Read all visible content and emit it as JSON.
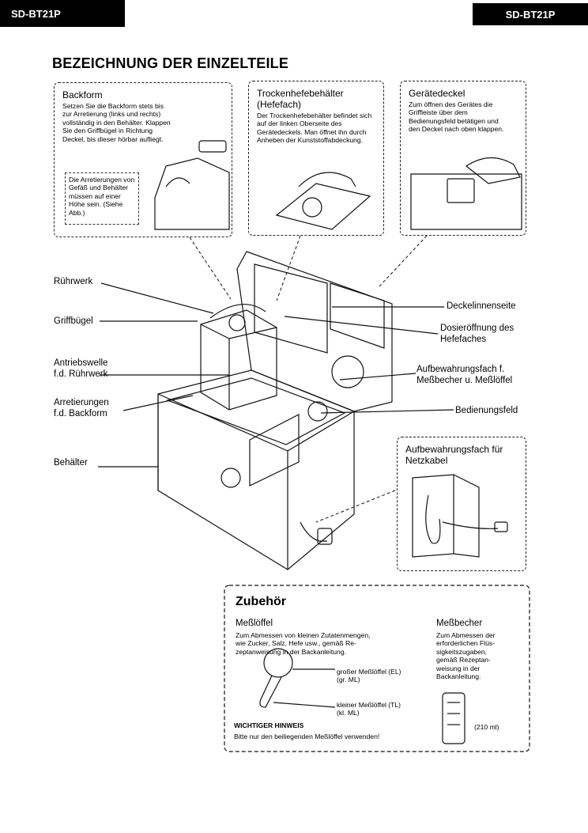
{
  "header": {
    "model_left": "SD-BT21P",
    "model_right": "SD-BT21P"
  },
  "page_title": "BEZEICHNUNG DER EINZELTEILE",
  "callouts": {
    "backform": {
      "title": "Backform",
      "text": "Setzen Sie die Backform stets bis zur Arretierung (links und rechts) vollständig in den Behälter. Klappen Sie den Griffbügel in Richtung Deckel, bis dieser hörbar aufliegt.",
      "note": "Die Arretierungen von Gefäß und Behälter müssen auf einer Höhe sein. (Siehe Abb.)"
    },
    "hefe": {
      "title": "Trockenhefebehälter\n(Hefefach)",
      "text": "Der Trockenhefebehälter befindet sich auf der linken Oberseite des Gerätedeckels. Man öffnet ihn durch Anheben der Kunststoffabdeckung."
    },
    "deckel": {
      "title": "Gerätedeckel",
      "text": "Zum öffnen des Gerätes die Griffleiste über dem Bedienungsfeld betätigen und den Deckel nach oben klappen."
    },
    "netzkabel": {
      "title": "Aufbewahrungsfach für\nNetzkabel"
    }
  },
  "labels": {
    "ruehrwerk": "Rührwerk",
    "griffbuegel": "Griffbügel",
    "antriebswelle": "Antriebswelle\nf.d. Rührwerk",
    "arretierungen": "Arretierungen\nf.d. Backform",
    "behaelter": "Behälter",
    "deckelinnenseite": "Deckelinnenseite",
    "dosier": "Dosieröffnung des\nHefefaches",
    "messbecherfach": "Aufbewahrungsfach f.\nMeßbecher u. Meßlöffel",
    "bedienungsfeld": "Bedienungsfeld"
  },
  "zubehor": {
    "title": "Zubehör",
    "messloeffel_title": "Meßlöffel",
    "messloeffel_text": "Zum Abmessen von kleinen Zutatenmengen,\nwie Zucker, Salz, Hefe usw., gemäß Re-\nzeptanweisung in der Backanleitung.",
    "gross": "großer Meßlöffel (EL)\n(gr. ML)",
    "klein": "kleiner Meßlöffel (TL)\n(kl. ML)",
    "hinweis_title": "WICHTIGER HINWEIS",
    "hinweis_text": "Bitte nur den beiliegenden Meßlöffel verwenden!",
    "messbecher_title": "Meßbecher",
    "messbecher_text": "Zum Abmessen der\nerforderlichen Flüs-\nsigkeitszugaben,\ngemäß Rezeptan-\nweisung in der\nBackanleitung.",
    "volume": "(210 ml)"
  }
}
